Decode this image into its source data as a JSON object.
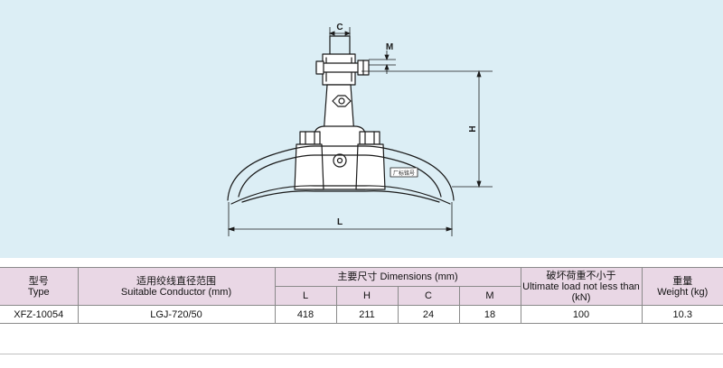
{
  "drawing": {
    "labels": {
      "c": "C",
      "m": "M",
      "h": "H",
      "l": "L",
      "nameplate": "厂标铭号"
    },
    "colors": {
      "panel_bg": "#dceef5",
      "header_bg": "#e9d7e5",
      "line": "#1a1a1a",
      "metal_fill": "#ffffff"
    }
  },
  "table": {
    "headers": {
      "type": {
        "zh": "型号",
        "en": "Type"
      },
      "conductor": {
        "zh": "适用绞线直径范围",
        "en": "Suitable Conductor (mm)"
      },
      "dimensions": {
        "zh": "主要尺寸",
        "en": "Dimensions (mm)"
      },
      "load": {
        "zh": "破坏荷重不小于",
        "en": "Ultimate load not less than (kN)"
      },
      "weight": {
        "zh": "重量",
        "en": "Weight (kg)"
      },
      "dims": {
        "l": "L",
        "h": "H",
        "c": "C",
        "m": "M"
      }
    },
    "rows": [
      {
        "type": "XFZ-10054",
        "conductor": "LGJ-720/50",
        "l": "418",
        "h": "211",
        "c": "24",
        "m": "18",
        "load": "100",
        "weight": "10.3"
      }
    ]
  }
}
